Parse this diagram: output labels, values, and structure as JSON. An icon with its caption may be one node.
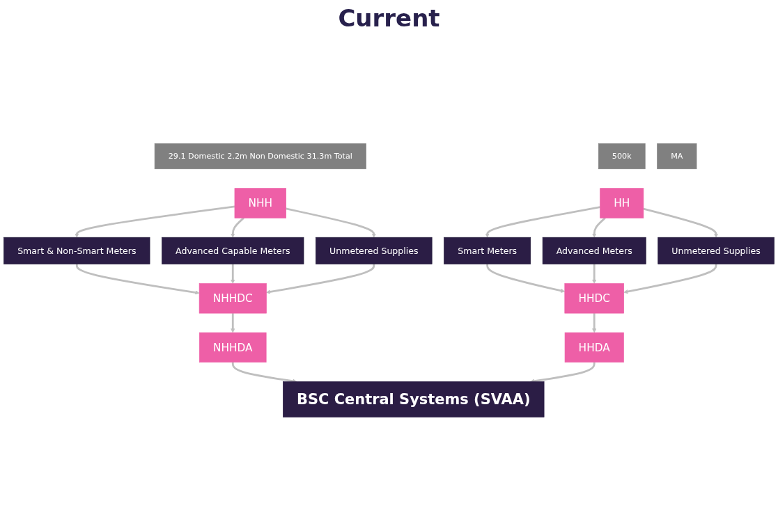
{
  "diagram": {
    "title": "Current",
    "nodes": [
      {
        "text": [
          "29.1 Domestic 2.2m Non Domestic 31.3m Total"
        ]
      },
      {
        "text": [
          "NHH"
        ]
      },
      {
        "text": [
          "Smart & Non-Smart Meters"
        ]
      },
      {
        "text": [
          "Advanced Capable Meters"
        ]
      },
      {
        "text": [
          "Unmetered Supplies"
        ]
      },
      {
        "text": [
          "NHHDC"
        ]
      },
      {
        "text": [
          "NHHDA"
        ]
      },
      {
        "text": [
          "500k"
        ]
      },
      {
        "text": [
          "HH"
        ]
      },
      {
        "text": [
          "MA"
        ]
      },
      {
        "text": [
          "Smart Meters"
        ]
      },
      {
        "text": [
          "Advanced Meters"
        ]
      },
      {
        "text": [
          "Unmetered Supplies"
        ]
      },
      {
        "text": [
          "HHDC"
        ]
      },
      {
        "text": [
          "HHDA"
        ]
      },
      {
        "text": [
          "BSC Central Systems (SVAA)"
        ]
      }
    ],
    "edges": [
      {
        "from": 1,
        "to": 2,
        "arrow": "to"
      },
      {
        "from": 1,
        "to": 3,
        "arrow": "to"
      },
      {
        "from": 1,
        "to": 4,
        "arrow": "to"
      },
      {
        "from": 2,
        "to": 5,
        "arrow": "to"
      },
      {
        "from": 3,
        "to": 5,
        "arrow": "to"
      },
      {
        "from": 4,
        "to": 5,
        "arrow": "to"
      },
      {
        "from": 5,
        "to": 6,
        "arrow": "to"
      },
      {
        "from": 6,
        "to": 15,
        "arrow": "to"
      },
      {
        "from": 8,
        "to": 10,
        "arrow": "to"
      },
      {
        "from": 8,
        "to": 11,
        "arrow": "to"
      },
      {
        "from": 8,
        "to": 12,
        "arrow": "to"
      },
      {
        "from": 10,
        "to": 13,
        "arrow": "to"
      },
      {
        "from": 11,
        "to": 13,
        "arrow": "to"
      },
      {
        "from": 12,
        "to": 13,
        "arrow": "to"
      },
      {
        "from": 13,
        "to": 14,
        "arrow": "to"
      },
      {
        "from": 14,
        "to": 15,
        "arrow": "to"
      }
    ]
  }
}
